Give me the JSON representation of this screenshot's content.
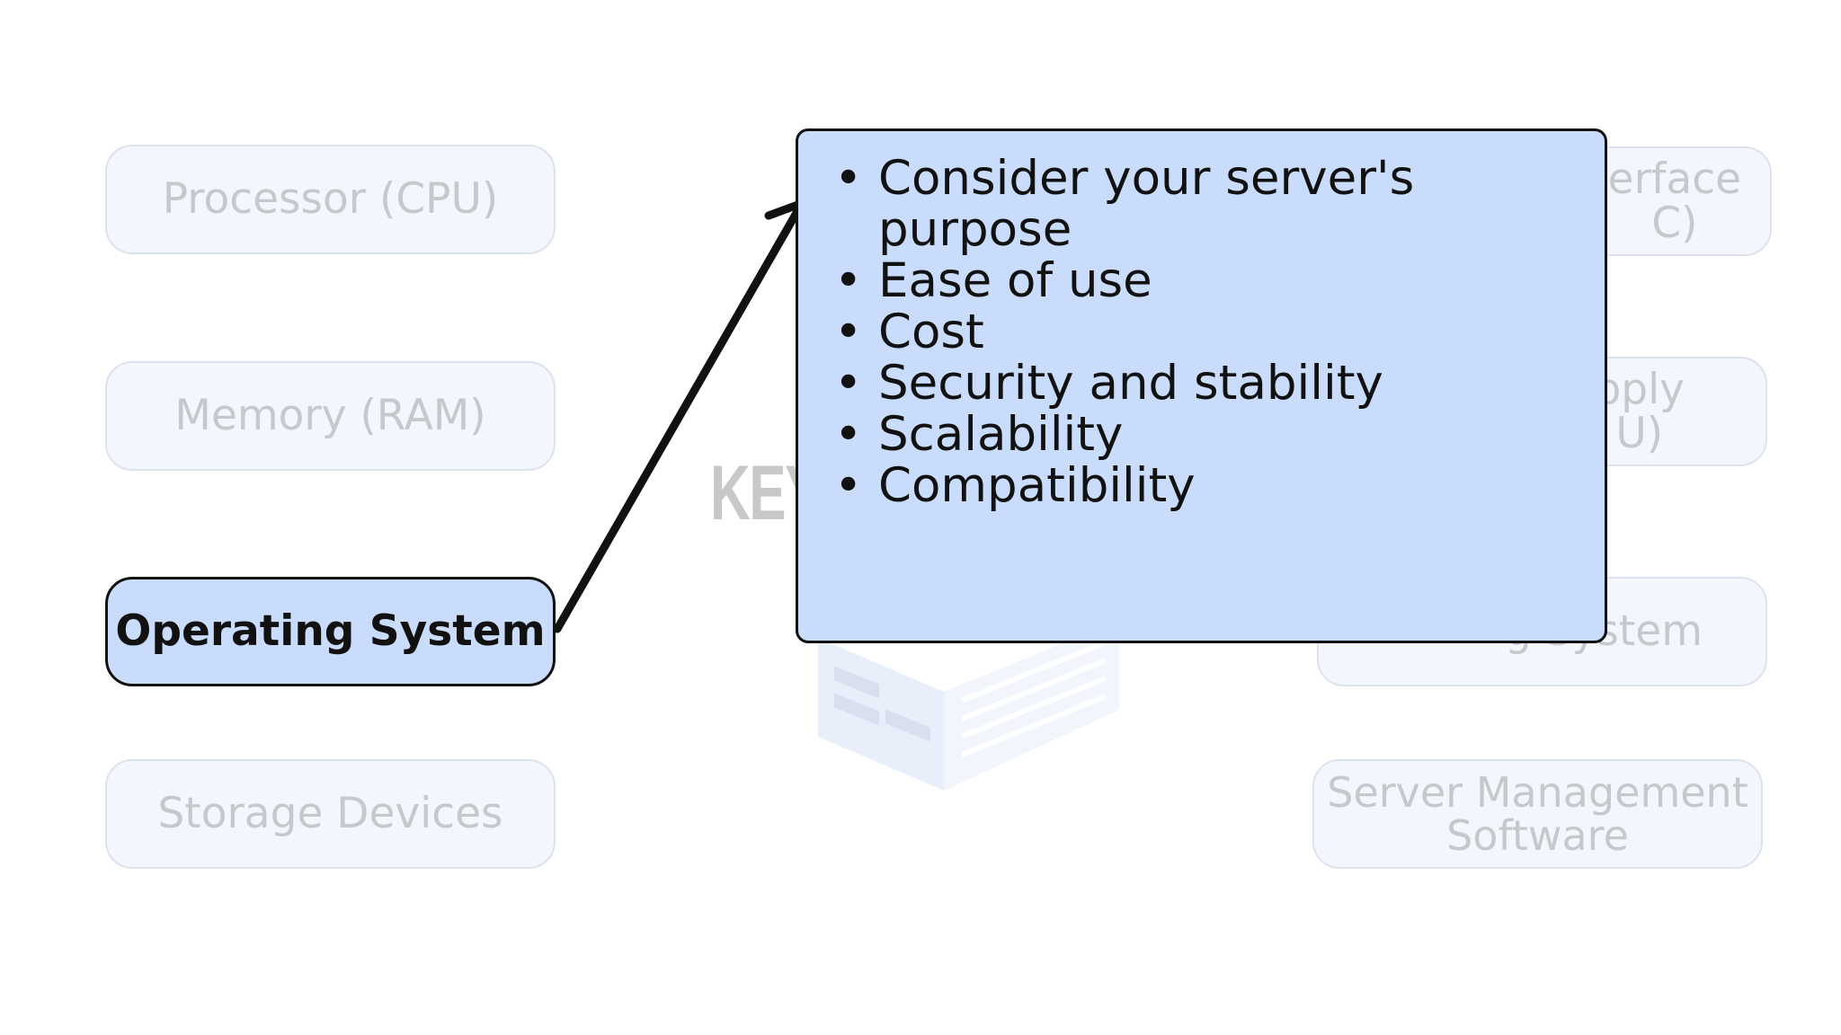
{
  "center": {
    "title": "KEY"
  },
  "left_nodes": [
    {
      "label": "Processor (CPU)",
      "state": "faded"
    },
    {
      "label": "Memory (RAM)",
      "state": "faded"
    },
    {
      "label": "Operating System",
      "state": "active"
    },
    {
      "label": "Storage Devices",
      "state": "faded"
    }
  ],
  "right_nodes": [
    {
      "label": "erface\nC)",
      "state": "faded-partially-covered"
    },
    {
      "label": "pply\nU)",
      "state": "faded-partially-covered"
    },
    {
      "label": "g System",
      "state": "faded-partially-covered"
    },
    {
      "label": "Server Management\nSoftware",
      "state": "faded"
    }
  ],
  "popup": {
    "items": [
      "Consider your server's purpose",
      "Ease of use",
      "Cost",
      "Security and stability",
      "Scalability",
      "Compatibility"
    ]
  },
  "colors": {
    "active_fill": "#c9dcfb",
    "faded_fill": "#f3f6fd",
    "faded_text": "#c6c8cc",
    "outline": "#111111"
  }
}
